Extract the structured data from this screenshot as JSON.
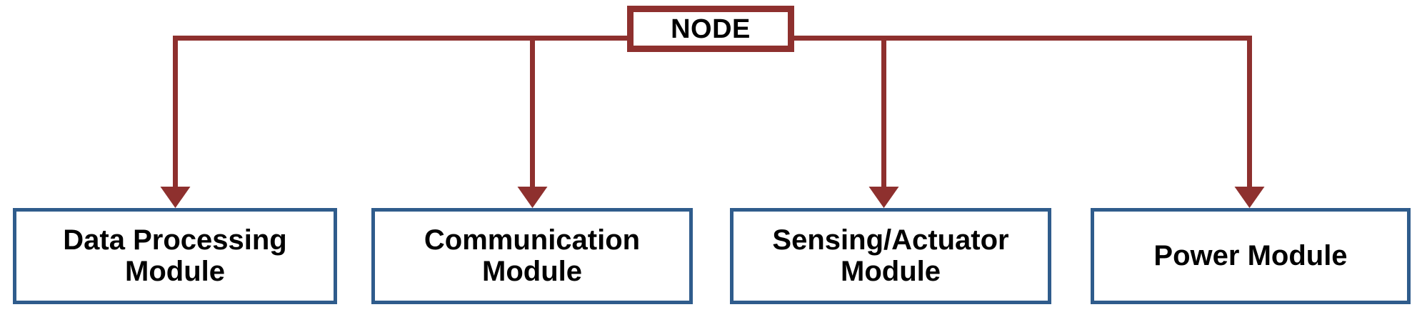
{
  "diagram": {
    "title_node": "NODE",
    "colors": {
      "connector": "#8E302E",
      "node_border": "#8E302E",
      "module_border": "#2F5C8C",
      "background": "#FFFFFF",
      "text": "#000000"
    },
    "root": {
      "label": "NODE",
      "shape": "rectangle"
    },
    "modules": [
      {
        "label": "Data Processing\nModule",
        "lines": [
          "Data Processing",
          "Module"
        ]
      },
      {
        "label": "Communication\nModule",
        "lines": [
          "Communication",
          "Module"
        ]
      },
      {
        "label": "Sensing/Actuator\nModule",
        "lines": [
          "Sensing/Actuator",
          "Module"
        ]
      },
      {
        "label": "Power Module",
        "lines": [
          "Power Module"
        ]
      }
    ],
    "connectors": {
      "type": "bus-with-arrows",
      "arrow_count": 4,
      "description": "Horizontal bus from NODE splits into four downward arrows"
    }
  }
}
